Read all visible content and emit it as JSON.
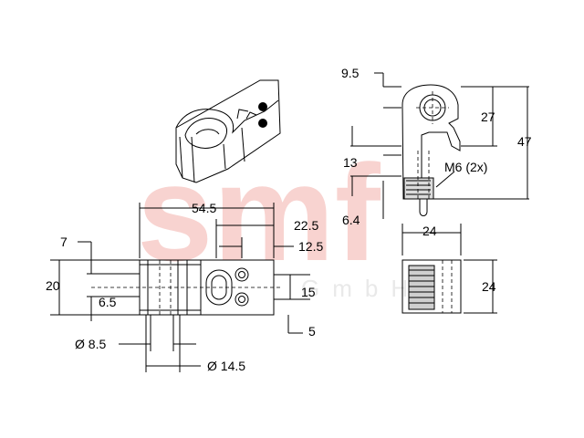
{
  "watermark": {
    "brand": "smf",
    "suffix": "GmbH",
    "color": "#f8d3d0"
  },
  "dimensions": {
    "d_9_5": "9.5",
    "d_27": "27",
    "d_47": "47",
    "d_13": "13",
    "d_m6": "M6 (2x)",
    "d_6_4": "6.4",
    "d_24_top": "24",
    "d_24_side": "24",
    "d_54_5": "54.5",
    "d_22_5": "22.5",
    "d_12_5": "12.5",
    "d_7": "7",
    "d_20": "20",
    "d_6_5": "6.5",
    "d_15": "15",
    "d_5": "5",
    "d_dia_8_5": "Ø 8.5",
    "d_dia_14_5": "Ø 14.5"
  },
  "views": {
    "isometric": "isometric-view",
    "front": "front-view",
    "side": "side-view",
    "end": "end-view"
  }
}
